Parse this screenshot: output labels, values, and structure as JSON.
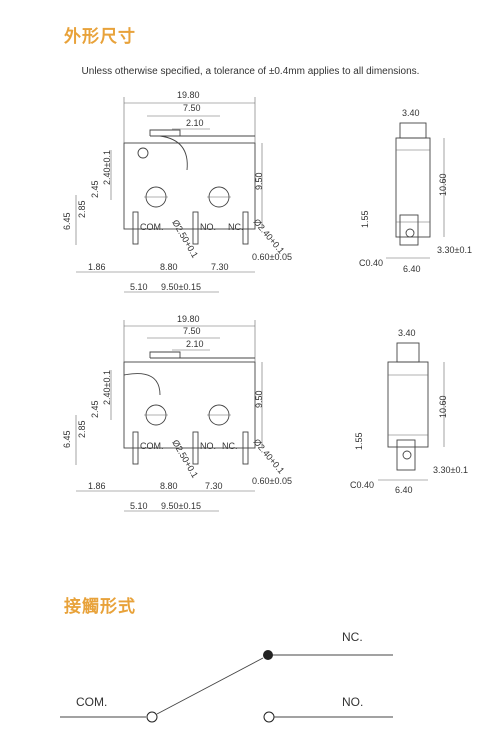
{
  "sections": {
    "outline_title": "外形尺寸",
    "contact_title": "接觸形式"
  },
  "tolerance_note": "Unless otherwise specified, a tolerance of ±0.4mm applies to all dimensions.",
  "diagram1": {
    "width": "19.80",
    "lever": "7.50",
    "lever2": "2.10",
    "h1": "2.40±0.1",
    "h2": "2.45",
    "h3": "2.85",
    "h4": "6.45",
    "height": "9.50",
    "pin1": "COM.",
    "pin2": "NO.",
    "pin3": "NC.",
    "hole1": "Ø2.50+0.1",
    "hole2": "Ø2.40+0.1",
    "b1": "1.86",
    "b2": "8.80",
    "b3": "7.30",
    "b4": "0.60±0.05",
    "b5": "5.10",
    "b6": "9.50±0.15"
  },
  "side1": {
    "top": "3.40",
    "height": "10.60",
    "h": "1.55",
    "c": "C0.40",
    "w": "6.40",
    "pin": "3.30±0.1"
  },
  "diagram2": {
    "width": "19.80",
    "lever": "7.50",
    "lever2": "2.10",
    "h1": "2.40±0.1",
    "h2": "2.45",
    "h3": "2.85",
    "h4": "6.45",
    "height": "9.50",
    "pin1": "COM.",
    "pin2": "NO.",
    "pin3": "NC.",
    "hole1": "Ø2.50+0.1",
    "hole2": "Ø2.40+0.1",
    "b1": "1.86",
    "b2": "8.80",
    "b3": "7.30",
    "b4": "0.60±0.05",
    "b5": "5.10",
    "b6": "9.50±0.15"
  },
  "side2": {
    "top": "3.40",
    "height": "10.60",
    "h": "1.55",
    "c": "C0.40",
    "w": "6.40",
    "pin": "3.30±0.1"
  },
  "contact": {
    "nc": "NC.",
    "no": "NO.",
    "com": "COM."
  }
}
